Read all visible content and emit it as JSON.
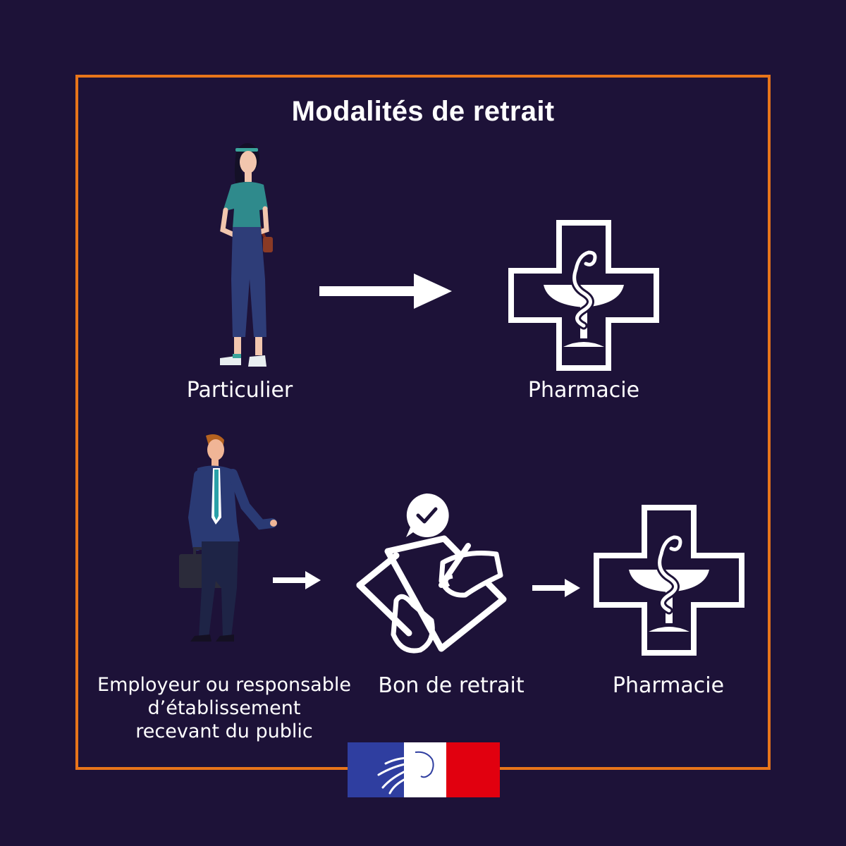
{
  "title": "Modalités de retrait",
  "row1": {
    "actor_label": "Particulier",
    "destination_label": "Pharmacie"
  },
  "row2": {
    "actor_label_lines": [
      "Employeur ou responsable",
      "d’établissement",
      "recevant du public"
    ],
    "document_label": "Bon de retrait",
    "destination_label": "Pharmacie"
  },
  "colors": {
    "background": "#1d1238",
    "frame": "#e8751a",
    "text": "#ffffff",
    "flag_blue": "#2f3ea0",
    "flag_red": "#e1000f"
  },
  "icons": [
    "woman-figure",
    "arrow-right",
    "pharmacy-cross-icon",
    "businessman-figure",
    "signing-form-icon",
    "checkmark-bubble-icon",
    "marianne-logo"
  ]
}
